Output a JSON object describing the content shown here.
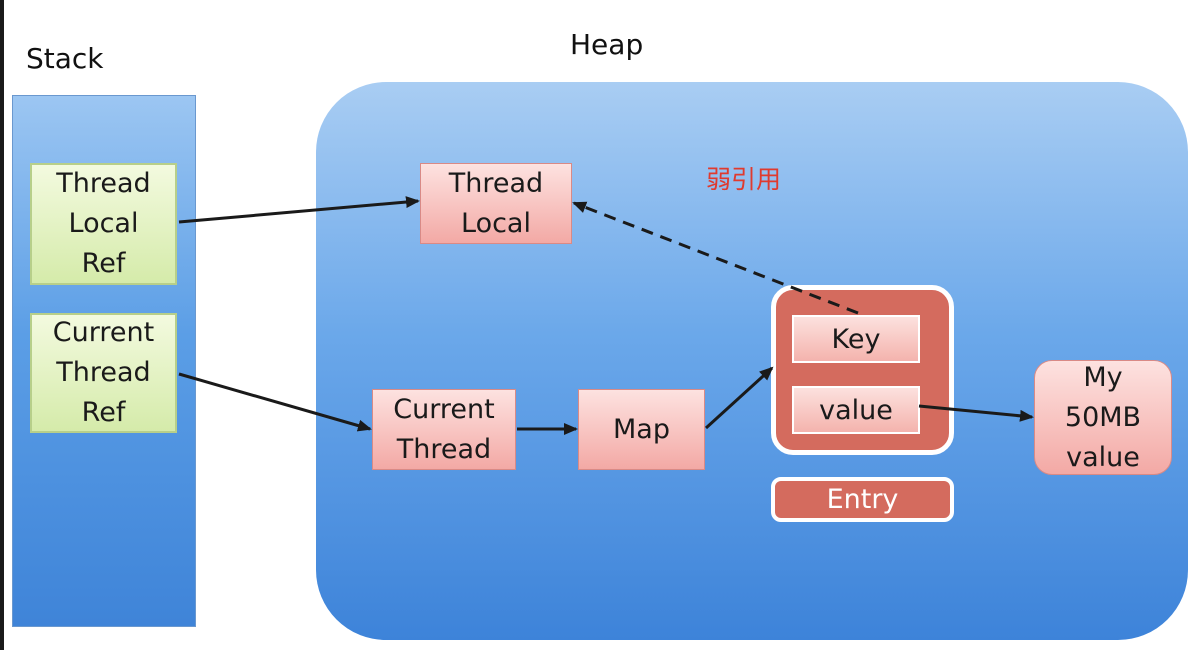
{
  "labels": {
    "stack": "Stack",
    "heap": "Heap",
    "weak_reference": "弱引用"
  },
  "stack": {
    "thread_local_ref": "Thread\nLocal\nRef",
    "current_thread_ref": "Current\nThread\nRef"
  },
  "heap": {
    "thread_local": "Thread\nLocal",
    "current_thread": "Current\nThread",
    "map": "Map",
    "entry_key": "Key",
    "entry_value": "value",
    "entry_label": "Entry",
    "value_object": "My\n50MB\nvalue"
  },
  "colors": {
    "arrow": "#1a1a1a",
    "weak_label": "#e03a2e",
    "entry": "#d46b5e"
  }
}
